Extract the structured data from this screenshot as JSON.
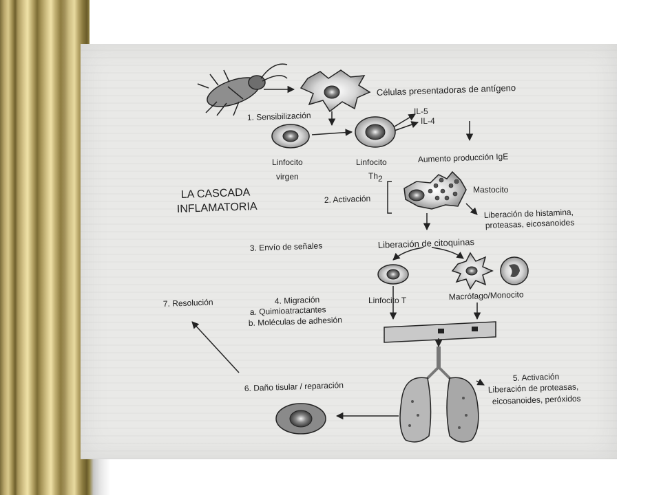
{
  "labels": {
    "title_line1": "LA CASCADA",
    "title_line2": "INFLAMATORIA",
    "apc": "Células presentadoras de antígeno",
    "sensitization": "1. Sensibilización",
    "il5": "IL-5",
    "il4": "IL-4",
    "naive_line1": "Linfocito",
    "naive_line2": "virgen",
    "th2_line1": "Linfocito",
    "th2_line2": "Th",
    "th2_sub": "2",
    "ige": "Aumento producción IgE",
    "activation2": "2. Activación",
    "mastocyte": "Mastocito",
    "histamine_line1": "Liberación de histamina,",
    "histamine_line2": "proteasas, eicosanoides",
    "signals": "3. Envío de señales",
    "cytokines": "Liberación de citoquinas",
    "lymph_t": "Linfocito T",
    "macrophage": "Macrófago/Monocito",
    "resolution": "7. Resolución",
    "migration": "4. Migración",
    "chemo": "a. Quimioatractantes",
    "adhesion": "b. Moléculas de adhesión",
    "activation5": "5. Activación",
    "release5_line1": "Liberación de proteasas,",
    "release5_line2": "eicosanoides, peróxidos",
    "damage": "6. Daño tisular / reparación"
  }
}
